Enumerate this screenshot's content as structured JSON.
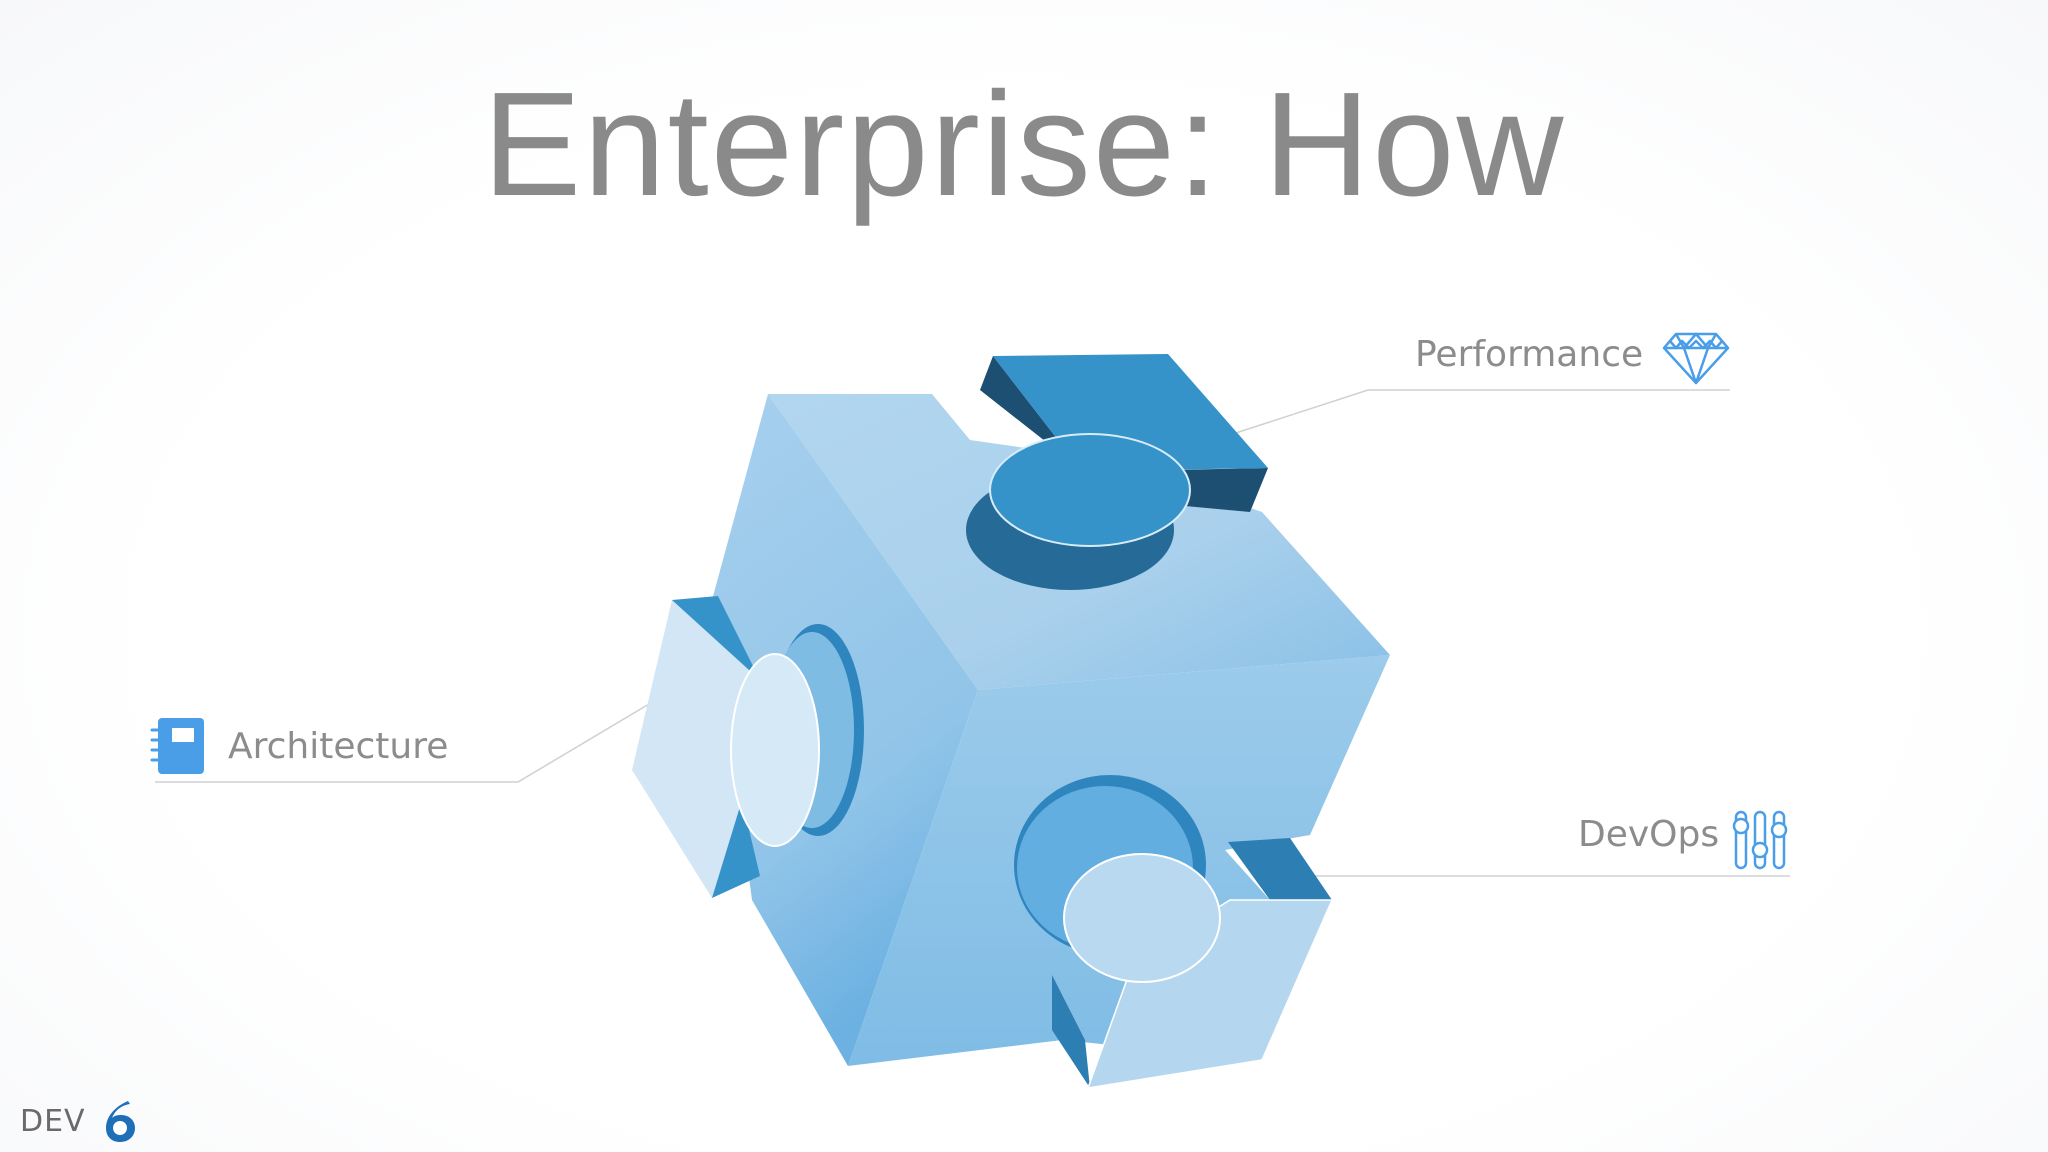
{
  "title": "Enterprise: How",
  "labels": {
    "performance": "Performance",
    "architecture": "Architecture",
    "devops": "DevOps"
  },
  "icons": {
    "performance": "diamond-icon",
    "architecture": "notebook-icon",
    "devops": "sliders-icon"
  },
  "brand": {
    "text": "DEV",
    "numeral": "6"
  },
  "colors": {
    "title": "#8a8a8a",
    "label": "#8c8c8c",
    "accent": "#4a9ee8",
    "cube_light": "#a9d0ec",
    "cube_mid": "#8ec2e6",
    "cube_dark": "#3593c9",
    "cube_shadow": "#1d4f73"
  }
}
